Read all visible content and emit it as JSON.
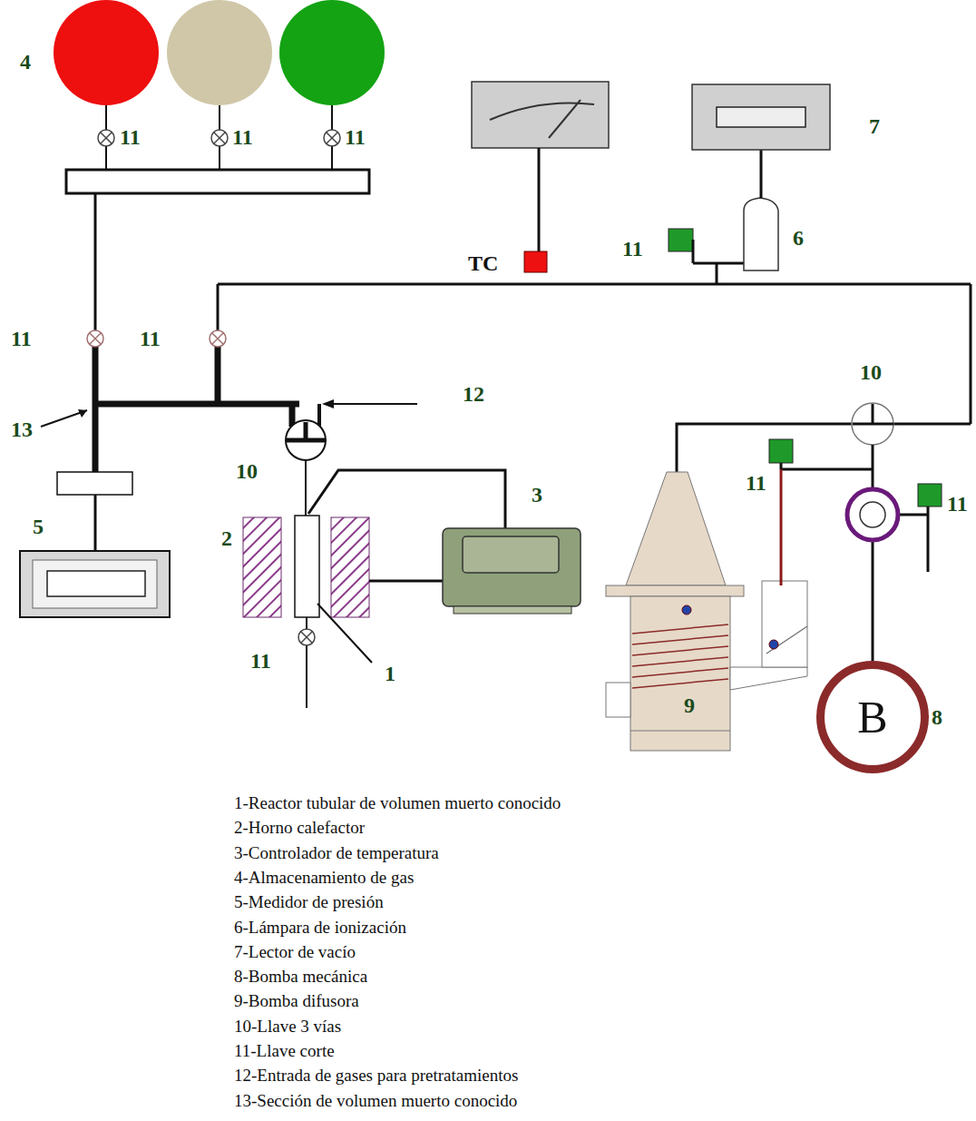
{
  "diagram": {
    "nodes": [
      {
        "text": [
          "9"
        ]
      },
      {
        "text": [
          "B"
        ]
      }
    ],
    "labels": [
      "4",
      "11",
      "11",
      "11",
      "TC",
      "11",
      "6",
      "7",
      "11",
      "11",
      "13",
      "12",
      "10",
      "10",
      "2",
      "3",
      "5",
      "1",
      "11",
      "11",
      "11",
      "8",
      "1-Reactor tubular de volumen muerto conocido",
      "2-Horno calefactor",
      "3-Controlador de temperatura",
      "4-Almacenamiento de gas",
      "5-Medidor de presión",
      "6-Lámpara de ionización",
      "7-Lector de vacío",
      "8-Bomba mecánica",
      "9-Bomba difusora",
      "10-Llave 3 vías",
      "11-Llave corte",
      "12-Entrada de gases para pretratamientos",
      "13-Sección de volumen muerto conocido"
    ]
  }
}
